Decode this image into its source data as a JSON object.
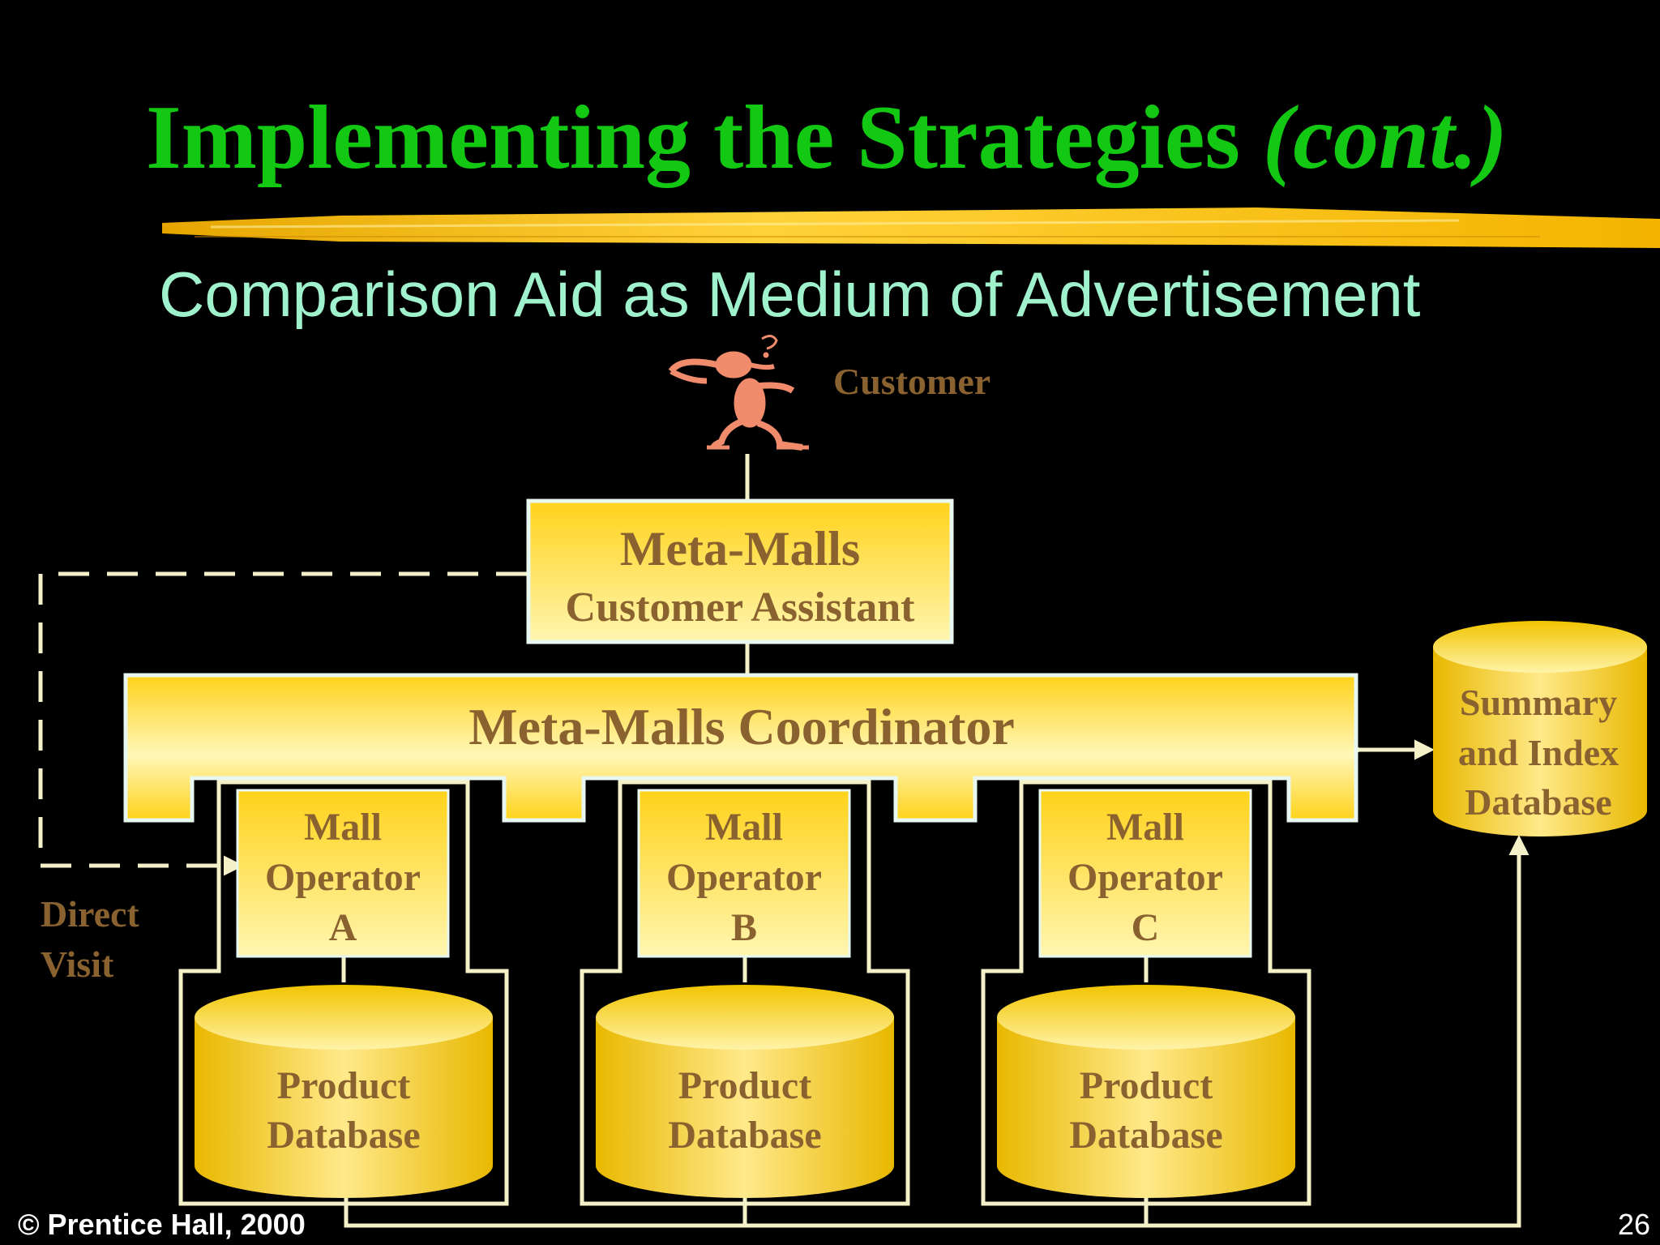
{
  "slide": {
    "title_main": "Implementing the Strategies",
    "title_cont": "(cont.)",
    "subtitle": "Comparison Aid as Medium of Advertisement",
    "copyright": "© Prentice Hall, 2000",
    "page_number": "26"
  },
  "diagram": {
    "customer_label": "Customer",
    "assistant_line1": "Meta-Malls",
    "assistant_line2": "Customer Assistant",
    "coordinator_label": "Meta-Malls Coordinator",
    "summary_db": [
      "Summary",
      "and Index",
      "Database"
    ],
    "direct_visit": [
      "Direct",
      "Visit"
    ],
    "operators": [
      {
        "lines": [
          "Mall",
          "Operator",
          "A"
        ],
        "db": [
          "Product",
          "Database"
        ]
      },
      {
        "lines": [
          "Mall",
          "Operator",
          "B"
        ],
        "db": [
          "Product",
          "Database"
        ]
      },
      {
        "lines": [
          "Mall",
          "Operator",
          "C"
        ],
        "db": [
          "Product",
          "Database"
        ]
      }
    ]
  },
  "colors": {
    "title": "#12c812",
    "subtitle": "#9ff2cc",
    "label_brown": "#8a6230",
    "box_top": "#ffd21a",
    "box_bottom": "#fff6b0",
    "outline": "#f4f0c8",
    "customer_figure": "#f08b6c"
  },
  "icons": [
    "confused-customer-figure-icon",
    "brush-stroke-underline"
  ]
}
